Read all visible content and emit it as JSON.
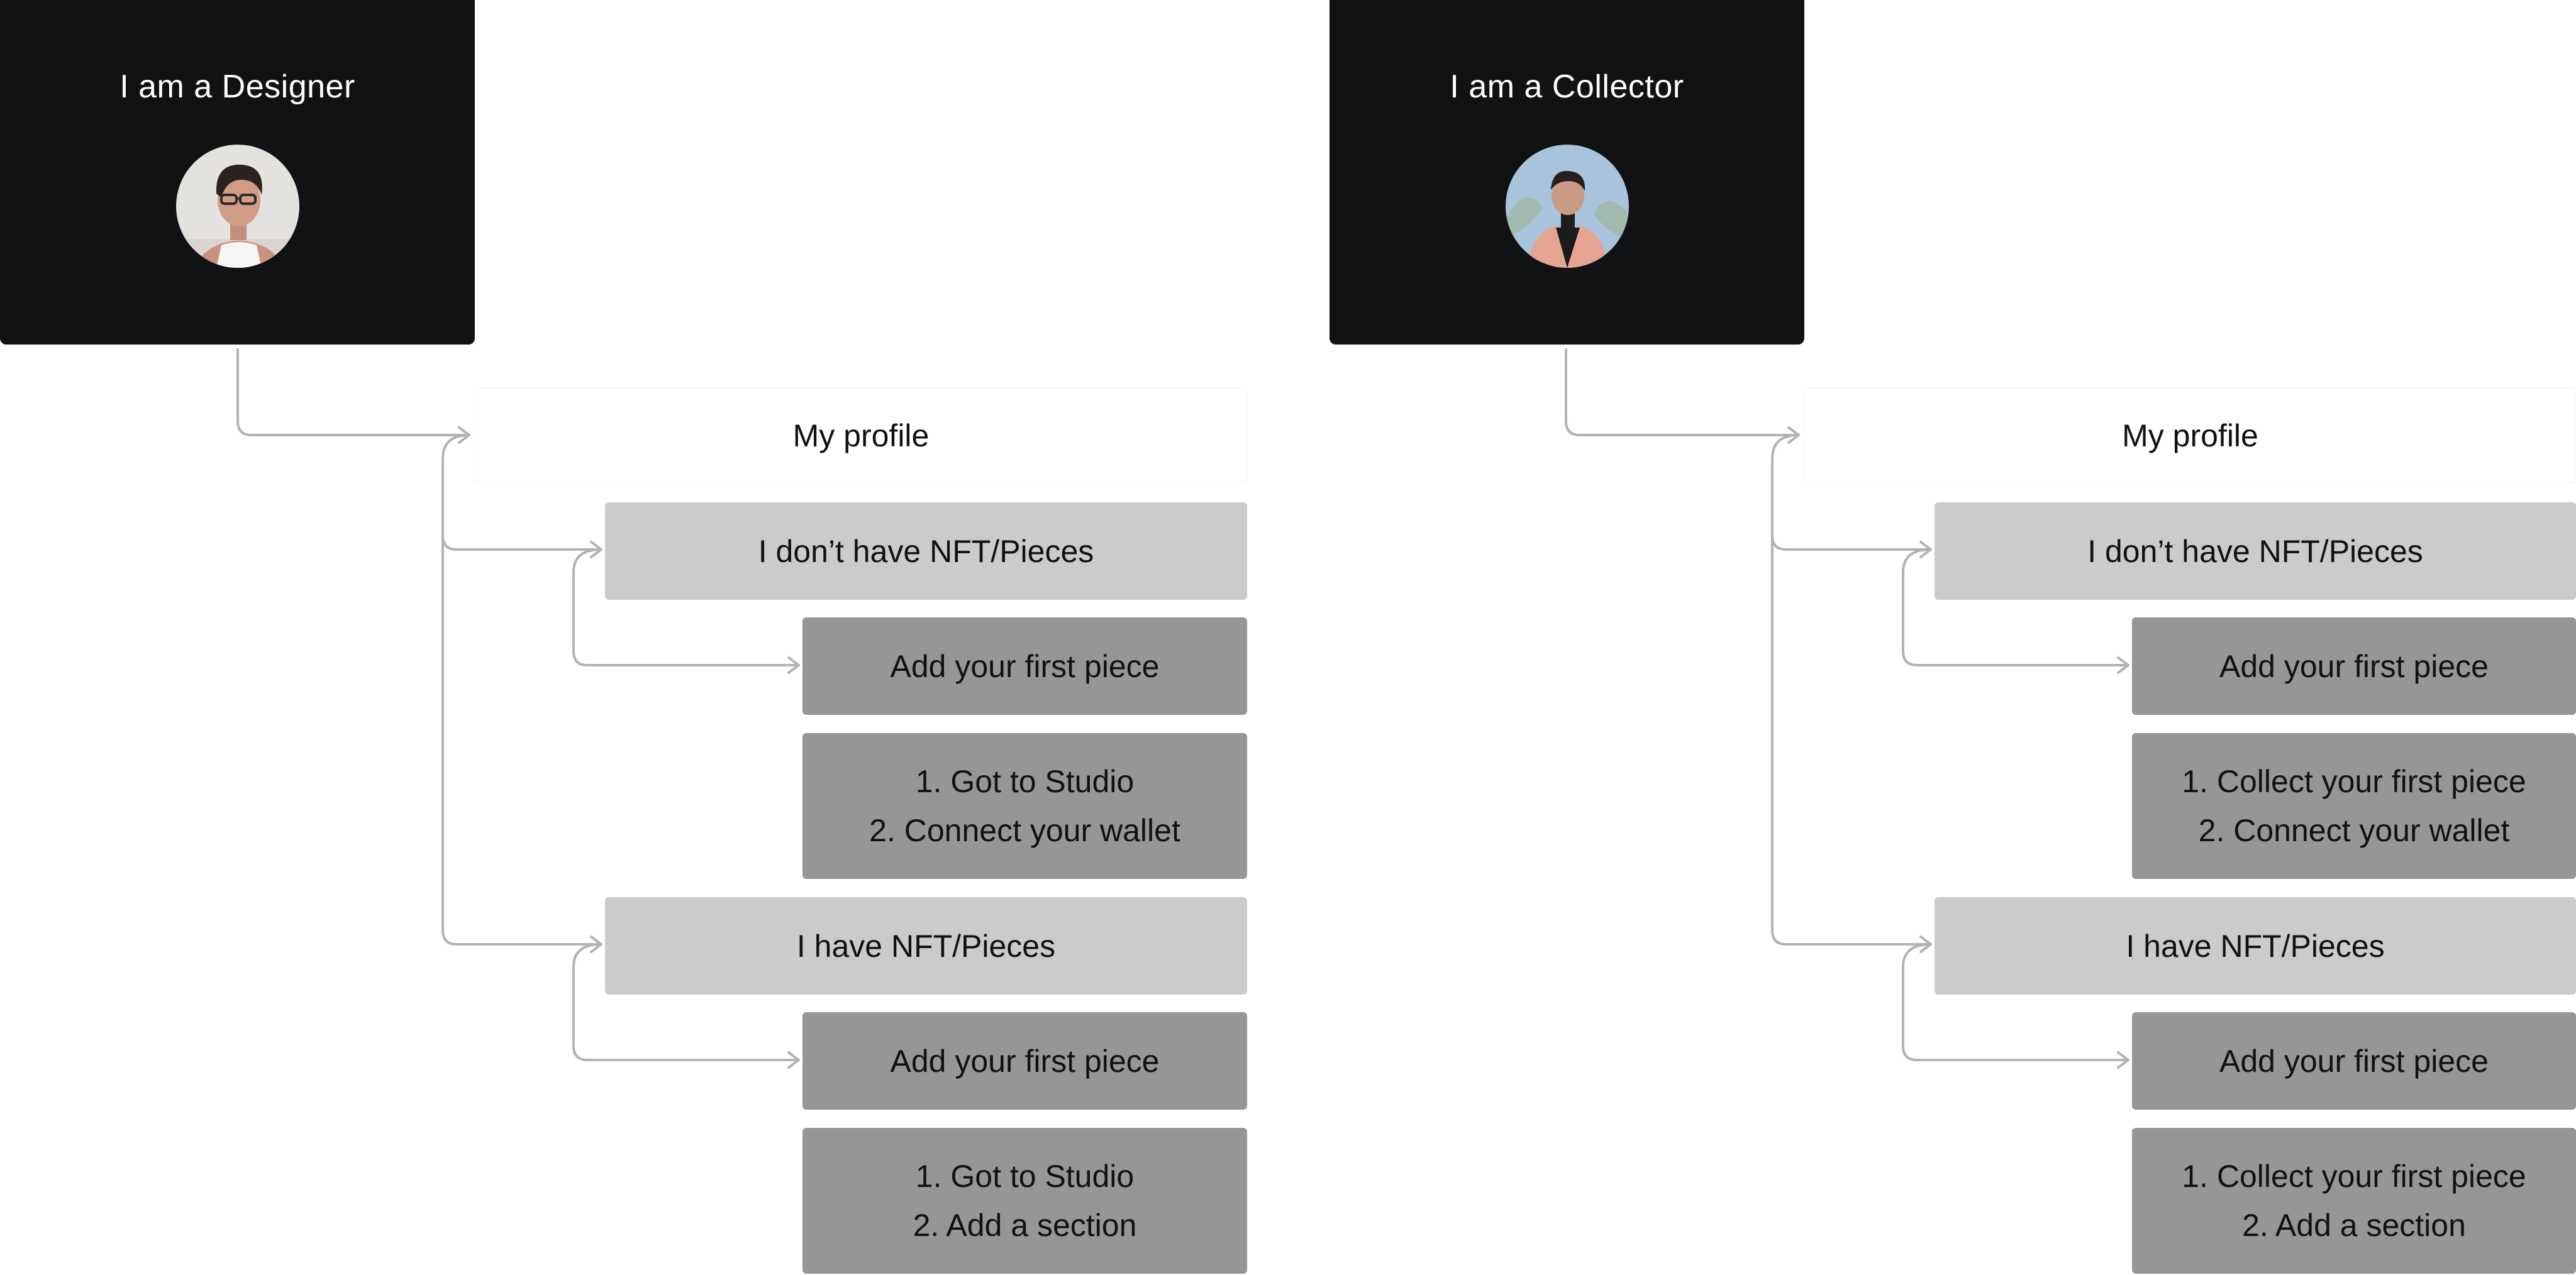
{
  "personas": [
    {
      "title": "I am a Designer",
      "avatar_icon": "designer-avatar-photo",
      "profile": "My profile",
      "no_pieces": {
        "label": "I don’t have NFT/Pieces",
        "action": "Add your first piece",
        "steps": [
          "1. Got to Studio",
          "2. Connect your wallet"
        ]
      },
      "has_pieces": {
        "label": "I have NFT/Pieces",
        "action": "Add your first piece",
        "steps": [
          "1. Got to Studio",
          "2. Add a section"
        ]
      }
    },
    {
      "title": "I am a Collector",
      "avatar_icon": "collector-avatar-photo",
      "profile": "My profile",
      "no_pieces": {
        "label": "I don’t have NFT/Pieces",
        "action": "Add your first piece",
        "steps": [
          "1. Collect your first piece",
          "2. Connect your wallet"
        ]
      },
      "has_pieces": {
        "label": "I have NFT/Pieces",
        "action": "Add your first piece",
        "steps": [
          "1. Collect your first piece",
          "2. Add a section"
        ]
      }
    }
  ],
  "colors": {
    "persona_bg": "#111214",
    "category_bg": "#cbcbcb",
    "action_bg": "#969696",
    "connector": "#b3b3b3"
  }
}
